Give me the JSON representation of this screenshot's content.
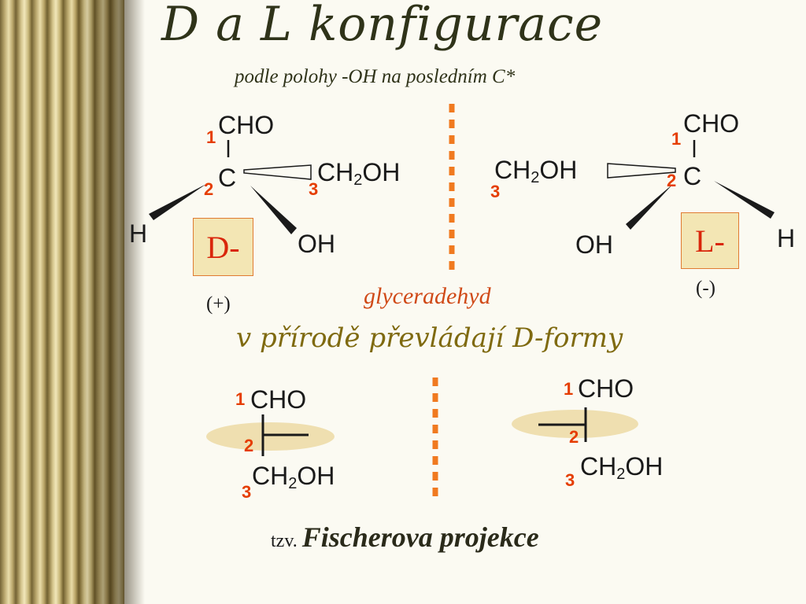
{
  "title": "D a L konfigurace",
  "subtitle": "podle polohy -OH na posledním C*",
  "colors": {
    "accent": "#e53d00",
    "title": "#2f3319",
    "nature": "#7f6a10"
  },
  "d_form": {
    "top": "CHO",
    "center": "C",
    "left": "H",
    "right": "OH",
    "side_prefix": "CH",
    "side_sub": "2",
    "side_suffix": "OH",
    "n1": "1",
    "n2": "2",
    "n3": "3",
    "label": "D-",
    "sign": "(+)"
  },
  "l_form": {
    "top": "CHO",
    "center": "C",
    "left": "OH",
    "right": "H",
    "side_prefix": "CH",
    "side_sub": "2",
    "side_suffix": "OH",
    "n1": "1",
    "n2": "2",
    "n3": "3",
    "label": "L-",
    "sign": "(-)"
  },
  "compound_name": "glyceradehyd",
  "nature_text": "v přírodě převládají D-formy",
  "fischer_d": {
    "top": "CHO",
    "bottom_prefix": "CH",
    "bottom_sub": "2",
    "bottom_suffix": "OH",
    "n1": "1",
    "n2": "2",
    "n3": "3"
  },
  "fischer_l": {
    "top": "CHO",
    "bottom_prefix": "CH",
    "bottom_sub": "2",
    "bottom_suffix": "OH",
    "n1": "1",
    "n2": "2",
    "n3": "3"
  },
  "caption_prefix": "tzv.",
  "caption_main": "Fischerova  projekce"
}
